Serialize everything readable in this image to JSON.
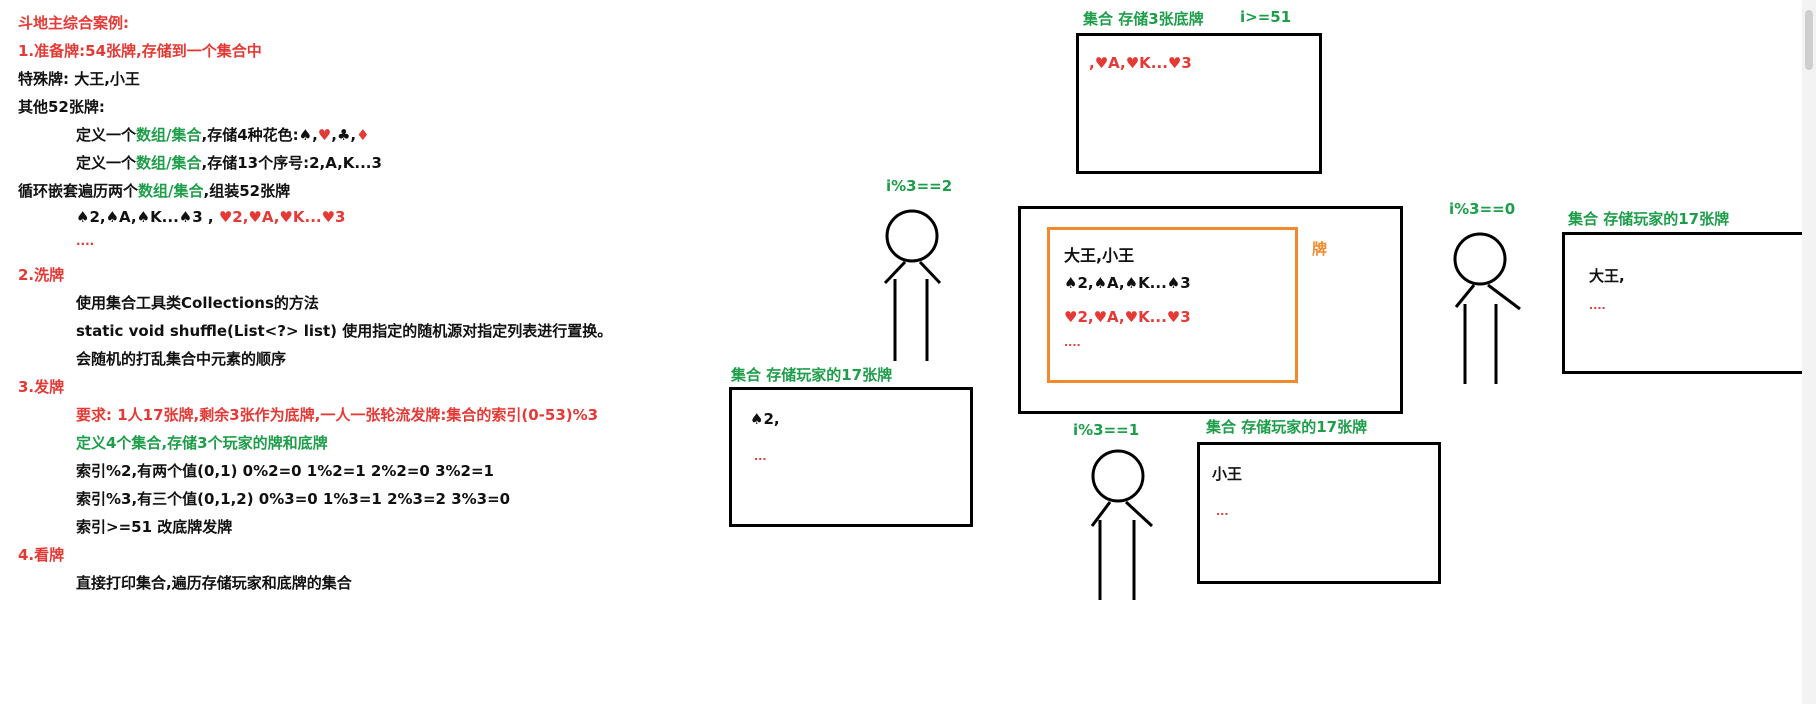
{
  "notes": {
    "title": "斗地主综合案例:",
    "s1_title": "1.准备牌:54张牌,存储到一个集合中",
    "special": "特殊牌: 大王,小王",
    "other": "其他52张牌:",
    "def1_a": "定义一个",
    "def1_b": "数组/集合",
    "def1_c": ",存储4种花色:",
    "suits": [
      "♠",
      ",",
      "♥",
      ",",
      "♣",
      ",",
      "♦"
    ],
    "def2_a": "定义一个",
    "def2_b": "数组/集合",
    "def2_c": ",存储13个序号:2,A,K...3",
    "loop_a": "循环嵌套遍历两个",
    "loop_b": "数组/集合",
    "loop_c": ",组装52张牌",
    "cards_spade": "♠2,♠A,♠K...♠3",
    "cards_sep": " ,",
    "cards_heart": " ♥2,♥A,♥K...♥3",
    "dots": "....",
    "s2_title": "2.洗牌",
    "s2_l1": "使用集合工具类Collections的方法",
    "s2_l2": "static void shuffle(List<?> list) 使用指定的随机源对指定列表进行置换。",
    "s2_l3": "会随机的打乱集合中元素的顺序",
    "s3_title": "3.发牌",
    "s3_l1": "要求: 1人17张牌,剩余3张作为底牌,一人一张轮流发牌:集合的索引(0-53)%3",
    "s3_l2": "定义4个集合,存储3个玩家的牌和底牌",
    "s3_l3": "索引%2,有两个值(0,1) 0%2=0 1%2=1 2%2=0 3%2=1",
    "s3_l4": "索引%3,有三个值(0,1,2) 0%3=0 1%3=1 2%3=2 3%3=0",
    "s3_l5": "索引>=51 改底牌发牌",
    "s4_title": "4.看牌",
    "s4_l1": "直接打印集合,遍历存储玩家和底牌的集合"
  },
  "diagram": {
    "bottom_label": "集合 存储3张底牌",
    "bottom_cond": "i>=51",
    "bottom_cards": ",♥A,♥K...♥3",
    "deck_label": "牌",
    "deck_line1": "大王,小王",
    "deck_line2": "♠2,♠A,♠K...♠3",
    "deck_line3": "♥2,♥A,♥K...♥3",
    "deck_line4": "....",
    "p_left_cond": "i%3==2",
    "p_left_label": "集合 存储玩家的17张牌",
    "p_left_card": "♠2,",
    "p_left_dots": "...",
    "p_right_cond": "i%3==0",
    "p_right_label": "集合 存储玩家的17张牌",
    "p_right_card": "大王,",
    "p_right_dots": "....",
    "p_mid_cond": "i%3==1",
    "p_mid_label": "集合 存储玩家的17张牌",
    "p_mid_card": "小王",
    "p_mid_dots": "..."
  }
}
